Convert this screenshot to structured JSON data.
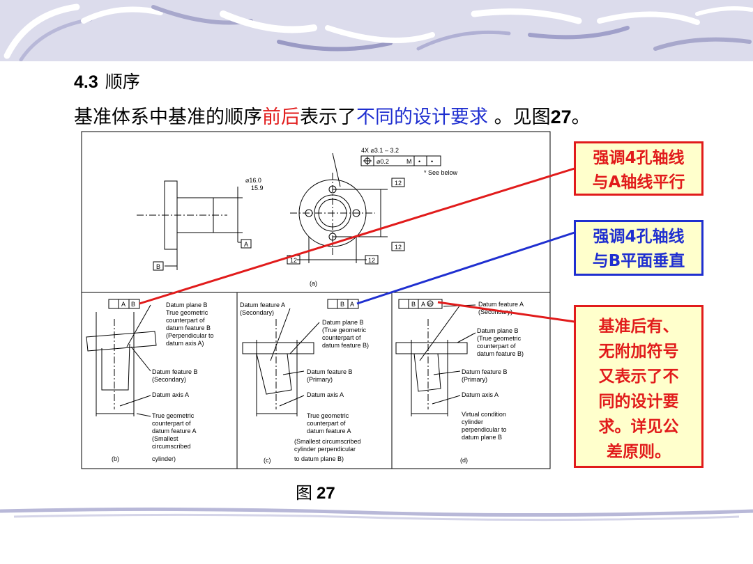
{
  "heading": {
    "number": "4.3",
    "title": "顺序"
  },
  "subline": {
    "part1": "基准体系中基准的顺序",
    "part2": "前后",
    "part3": "表示了",
    "part4": "不同的设计要求",
    "part5": " 。见图",
    "part6": "27",
    "part7": "。"
  },
  "figure_caption": {
    "prefix": "图",
    "number": "27"
  },
  "callouts": {
    "c1": [
      "强调4孔轴线",
      "与A轴线平行"
    ],
    "c2": [
      "强调4孔轴线",
      "与B平面垂直"
    ],
    "c3": [
      "基准后有、",
      "无附加符号",
      "又表示了不",
      "同的设计要",
      "求。详见公",
      "差原则。"
    ]
  },
  "drawing": {
    "a": {
      "fcf_count": "4X ⌀3.1 – 3.2",
      "fcf_pos": "⌀0.2",
      "mmc": "M",
      "bullet": "•",
      "see_below": "* See below",
      "dia_top": "⌀16.0",
      "dia_bot": "15.9",
      "dim12": "12",
      "datum_a": "A",
      "datum_b": "B",
      "label": "(a)"
    },
    "b": {
      "frame_a": "A",
      "frame_b": "B",
      "text1": [
        "Datum plane B",
        "True geometric",
        "counterpart of",
        "datum feature B",
        "(Perpendicular to",
        "datum axis A)"
      ],
      "text2": [
        "Datum feature B",
        "(Secondary)"
      ],
      "text3": "Datum axis A",
      "text4": [
        "True geometric",
        "counterpart of",
        "datum feature A",
        "(Smallest",
        "circumscribed",
        "cylinder)"
      ],
      "label": "(b)"
    },
    "c": {
      "frame_b": "B",
      "frame_a": "A",
      "text0": [
        "Datum feature A",
        "(Secondary)"
      ],
      "text1": [
        "Datum plane B",
        "(True geometric",
        "counterpart of",
        "datum feature B)"
      ],
      "text2": [
        "Datum feature B",
        "(Primary)"
      ],
      "text3": "Datum axis A",
      "text4": [
        "True geometric",
        "counterpart of",
        "datum feature A",
        "(Smallest circumscribed",
        "cylinder perpendicular",
        "to datum plane B)"
      ],
      "label": "(c)"
    },
    "d": {
      "frame_b": "B",
      "frame_a": "A",
      "mmc": "M",
      "text0": [
        "Datum feature A",
        "(Secondary)"
      ],
      "text1": [
        "Datum plane B",
        "(True geometric",
        "counterpart of",
        "datum feature B)"
      ],
      "text2": [
        "Datum feature B",
        "(Primary)"
      ],
      "text3": "Datum axis A",
      "text4": [
        "Virtual condition",
        "cylinder",
        "perpendicular to",
        "datum plane B"
      ],
      "label": "(d)"
    }
  },
  "colors": {
    "red": "#e11b1b",
    "blue": "#1f2fd0",
    "callout_bg": "#ffffcc"
  }
}
